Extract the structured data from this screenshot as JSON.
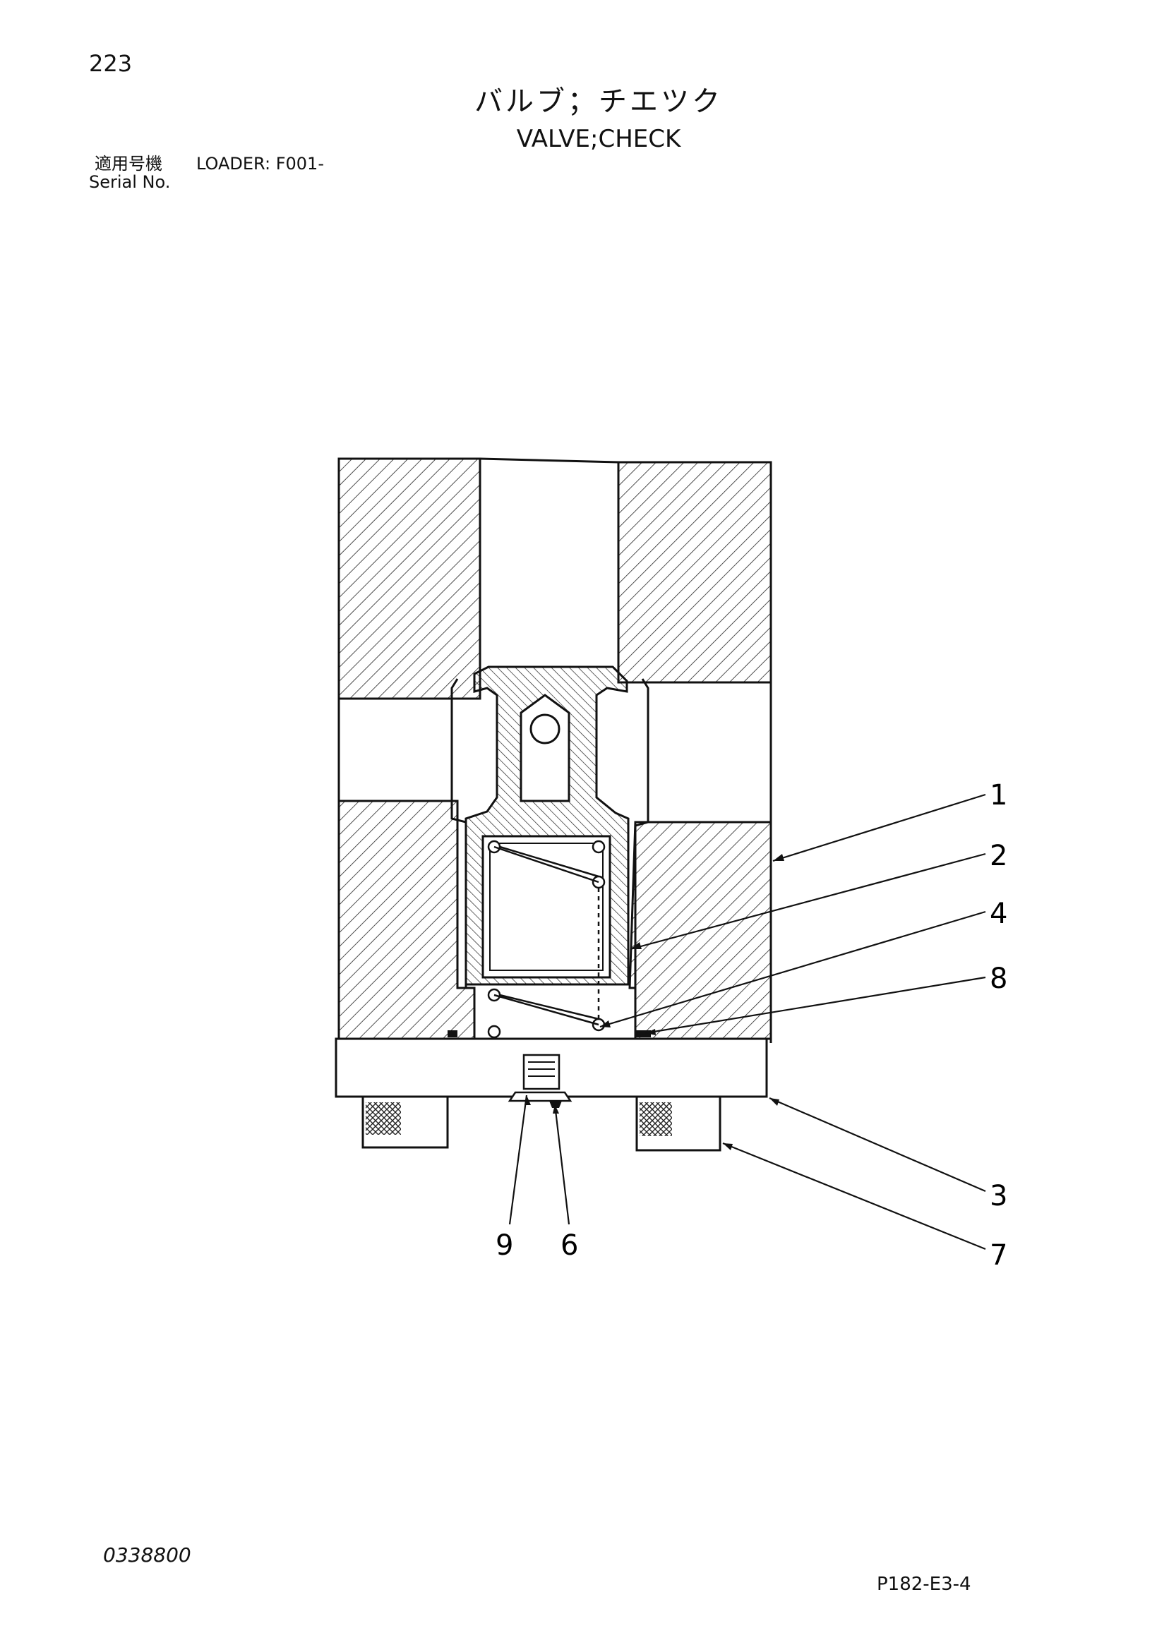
{
  "header": {
    "page_number": "223",
    "title_jp": "バルブ；チエツク",
    "title_en": "VALVE;CHECK",
    "applicable_label_jp": "適用号機",
    "applicable_model": "LOADER: F001-",
    "serial_label": "Serial No."
  },
  "diagram": {
    "callouts": [
      "1",
      "2",
      "4",
      "8",
      "3",
      "7",
      "9",
      "6"
    ]
  },
  "footer": {
    "drawing_code": "0338800",
    "figure_ref": "P182-E3-4"
  }
}
